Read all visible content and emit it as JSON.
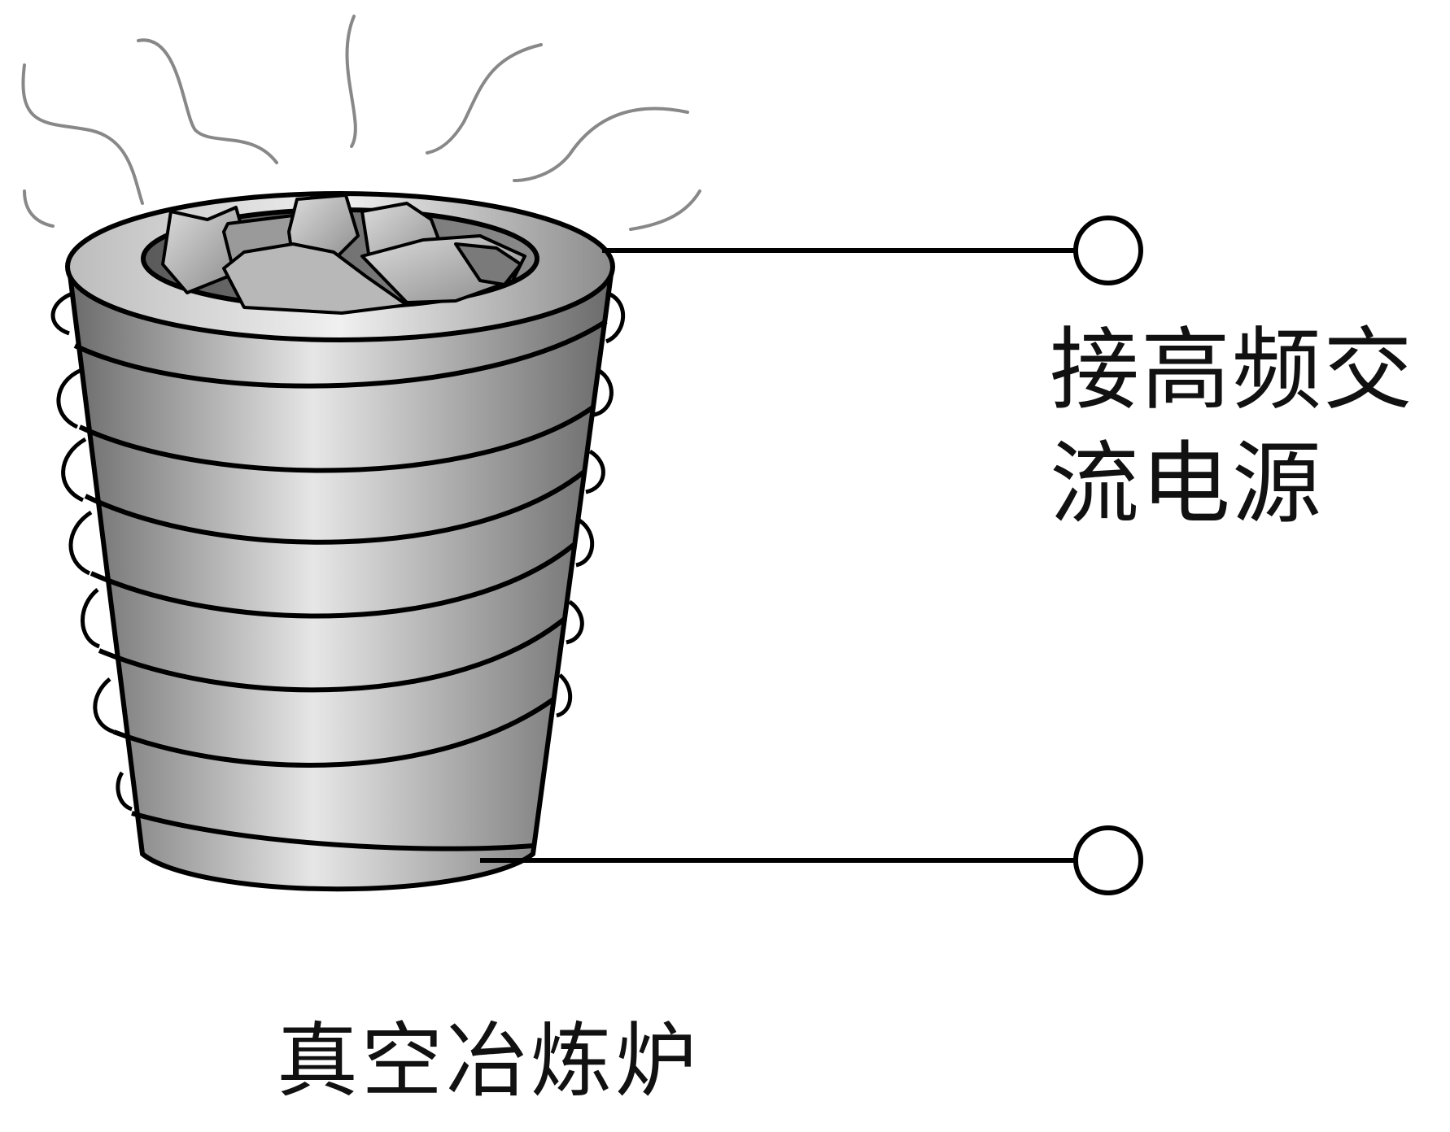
{
  "diagram": {
    "power_label_line1": "接高频交",
    "power_label_line2": "流电源",
    "caption": "真空冶炼炉",
    "colors": {
      "stroke": "#000000",
      "steam": "#888888",
      "body_dark": "#707070",
      "body_light": "#e4e4e4",
      "metal_light": "#cfcfcf",
      "metal_dark": "#7a7a7a",
      "background": "#ffffff"
    },
    "components": [
      "steam-lines",
      "metal-chunks",
      "crucible",
      "induction-coil",
      "power-leads",
      "terminals"
    ]
  }
}
